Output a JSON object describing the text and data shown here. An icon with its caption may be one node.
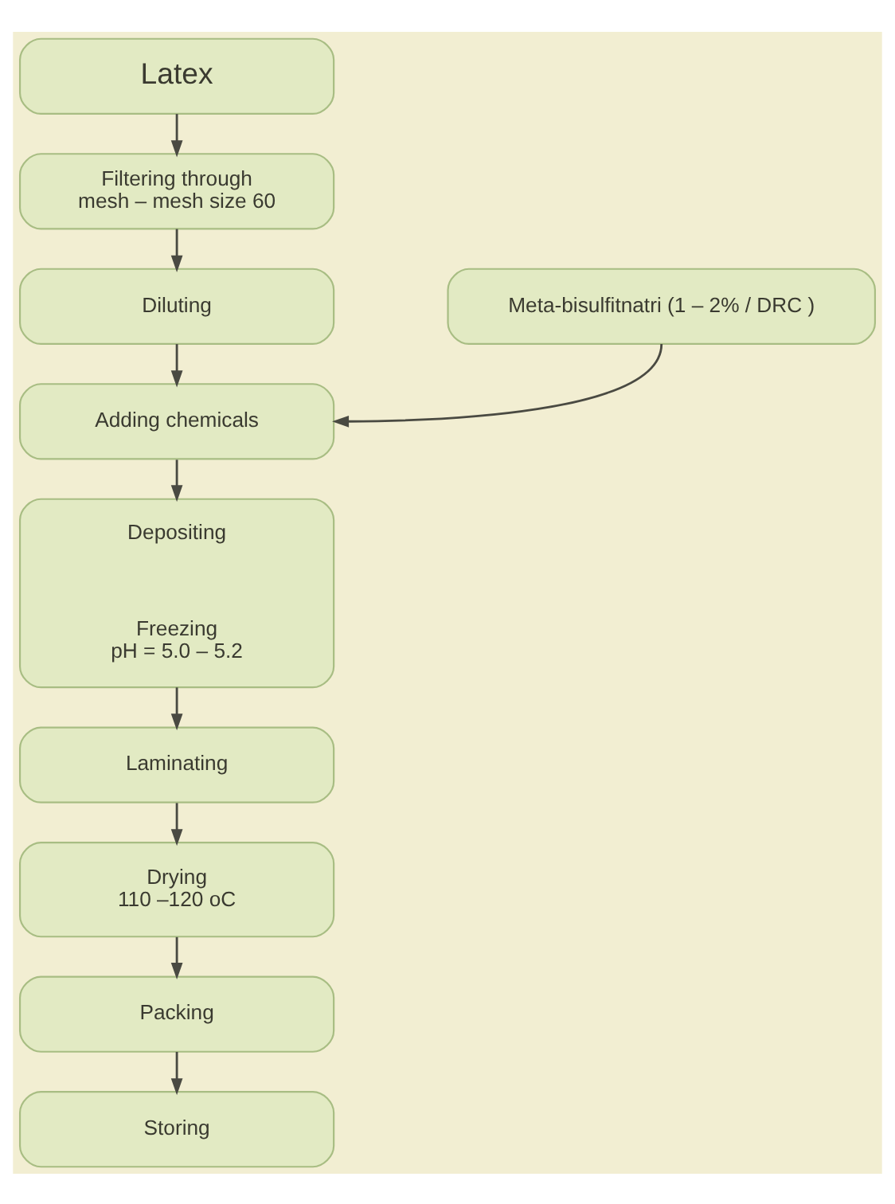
{
  "diagram": {
    "nodes": [
      {
        "text": [
          "Latex"
        ]
      },
      {
        "text": [
          "Filtering through mesh – mesh size 60"
        ]
      },
      {
        "text": [
          "Diluting"
        ]
      },
      {
        "text": [
          "Meta-bisulfitnatri (1 – 2% / DRC )"
        ]
      },
      {
        "text": [
          "Adding chemicals"
        ]
      },
      {
        "text": [
          "Depositing",
          "Freezing pH = 5.0 – 5.2"
        ]
      },
      {
        "text": [
          "Laminating"
        ]
      },
      {
        "text": [
          "Drying 110 –120 oC"
        ]
      },
      {
        "text": [
          "Packing"
        ]
      },
      {
        "text": [
          "Storing"
        ]
      }
    ],
    "edges": [
      {
        "from": 0,
        "to": 1,
        "arrow": "to"
      },
      {
        "from": 1,
        "to": 2,
        "arrow": "to"
      },
      {
        "from": 2,
        "to": 4,
        "arrow": "to"
      },
      {
        "from": 3,
        "to": 4,
        "arrow": "to"
      },
      {
        "from": 4,
        "to": 5,
        "arrow": "to"
      },
      {
        "from": 5,
        "to": 6,
        "arrow": "to"
      },
      {
        "from": 6,
        "to": 7,
        "arrow": "to"
      },
      {
        "from": 7,
        "to": 8,
        "arrow": "to"
      },
      {
        "from": 8,
        "to": 9,
        "arrow": "to"
      }
    ]
  }
}
